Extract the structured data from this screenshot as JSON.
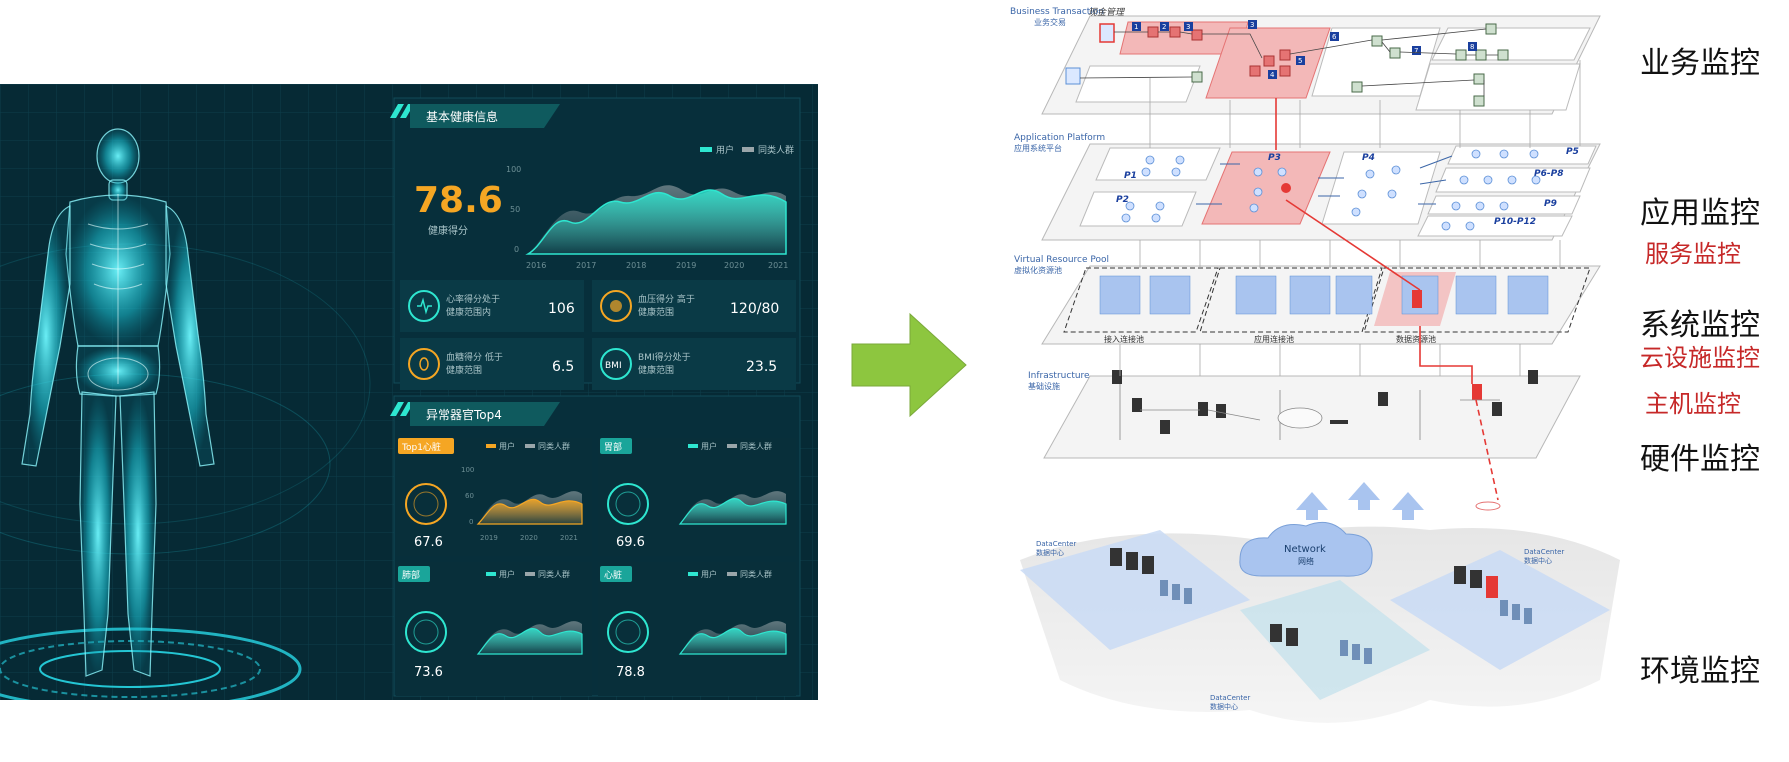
{
  "dashboard": {
    "basic_health": {
      "title": "基本健康信息",
      "legend": [
        "用户",
        "同类人群"
      ],
      "score": "78.6",
      "score_label": "健康得分",
      "y_ticks": [
        "100",
        "50",
        "0"
      ],
      "x_ticks": [
        "2016",
        "2017",
        "2018",
        "2019",
        "2020",
        "2021"
      ],
      "indicators": [
        {
          "icon": "heart-rate-icon",
          "label1": "心率得分处于",
          "label2": "健康范围内",
          "value": "106"
        },
        {
          "icon": "blood-pressure-icon",
          "label1": "血压得分 高于",
          "label2": "健康范围",
          "value": "120/80"
        },
        {
          "icon": "blood-sugar-icon",
          "label1": "血糖得分 低于",
          "label2": "健康范围",
          "value": "6.5"
        },
        {
          "icon": "bmi-icon",
          "label1": "BMI得分处于",
          "label2": "健康范围",
          "value": "23.5",
          "badge": "BMI"
        }
      ]
    },
    "abnormal_organs": {
      "title": "异常器官Top4",
      "legend": [
        "用户",
        "同类人群"
      ],
      "x_ticks": [
        "2019",
        "2020",
        "2021"
      ],
      "y_ticks": [
        "100",
        "60",
        "0"
      ],
      "organs": [
        {
          "name": "Top1心脏",
          "value": "67.6"
        },
        {
          "name": "胃部",
          "value": "69.6"
        },
        {
          "name": "肺部",
          "value": "73.6"
        },
        {
          "name": "心脏",
          "value": "78.8"
        }
      ]
    }
  },
  "diagram": {
    "layers": [
      {
        "en": "Business Transaction",
        "cn": "业务交易"
      },
      {
        "en": "Application Platform",
        "cn": "应用系统平台"
      },
      {
        "en": "Virtual Resource Pool",
        "cn": "虚拟化资源池"
      },
      {
        "en": "Infrastructure",
        "cn": "基础设施"
      }
    ],
    "business": {
      "tag": "现金管理",
      "badges": [
        "1",
        "2",
        "3",
        "3",
        "4",
        "5",
        "6",
        "7",
        "8"
      ]
    },
    "platforms": [
      "P1",
      "P2",
      "P3",
      "P4",
      "P5",
      "P6-P8",
      "P9",
      "P10-P12"
    ],
    "pools": [
      "接入连接池",
      "应用连接池",
      "数据资源池"
    ],
    "network": {
      "en": "Network",
      "cn": "网络"
    },
    "datacenters": [
      {
        "en": "DataCenter",
        "cn": "数据中心"
      },
      {
        "en": "DataCenter",
        "cn": "数据中心"
      },
      {
        "en": "DataCenter",
        "cn": "数据中心"
      }
    ]
  },
  "monitoring": {
    "business": "业务监控",
    "application": "应用监控",
    "service": "服务监控",
    "system": "系统监控",
    "cloud": "云设施监控",
    "host": "主机监控",
    "hardware": "硬件监控",
    "environment": "环境监控"
  },
  "colors": {
    "dashboard_bg": "#062a35",
    "cyan": "#2ee6d0",
    "orange": "#f5a623",
    "arrow_green": "#8dc63f",
    "alert_red": "#e53935",
    "server_blue": "#5b8fd6"
  }
}
